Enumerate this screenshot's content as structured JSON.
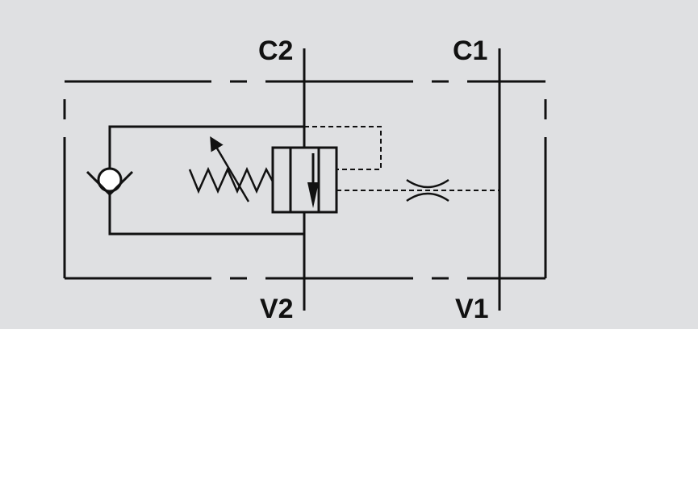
{
  "colors": {
    "panel_background": "#dfe0e2",
    "page_background": "#ffffff",
    "line": "#111111"
  },
  "ports": {
    "c2": "C2",
    "c1": "C1",
    "v2": "V2",
    "v1": "V1"
  },
  "symbols": {
    "check_valve": "check-valve-icon",
    "adjustable_spring": "adjustable-spring-icon",
    "valve_spool": "valve-spool-icon",
    "flow_restrictor": "flow-restrictor-icon"
  }
}
